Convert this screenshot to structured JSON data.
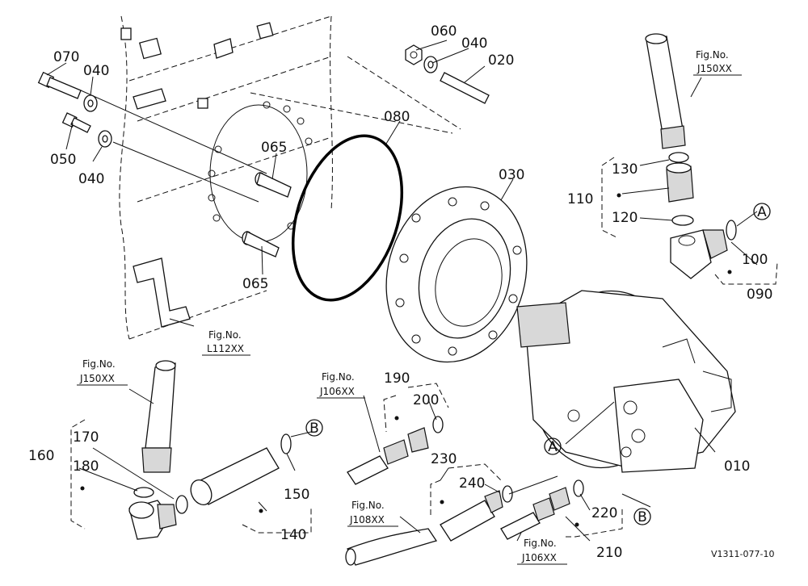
{
  "callouts": {
    "c010": "010",
    "c020": "020",
    "c030": "030",
    "c040": "040",
    "c050": "050",
    "c060": "060",
    "c065": "065",
    "c070": "070",
    "c080": "080",
    "c090": "090",
    "c100": "100",
    "c110": "110",
    "c120": "120",
    "c130": "130",
    "c140": "140",
    "c150": "150",
    "c160": "160",
    "c170": "170",
    "c180": "180",
    "c190": "190",
    "c200": "200",
    "c210": "210",
    "c220": "220",
    "c230": "230",
    "c240": "240"
  },
  "refs": {
    "a": "A",
    "b": "B"
  },
  "figrefs": {
    "label": "Fig.No.",
    "j150": "J150XX",
    "l112": "L112XX",
    "j106": "J106XX",
    "j108": "J108XX"
  },
  "drawing_code": "V1311-077-10"
}
